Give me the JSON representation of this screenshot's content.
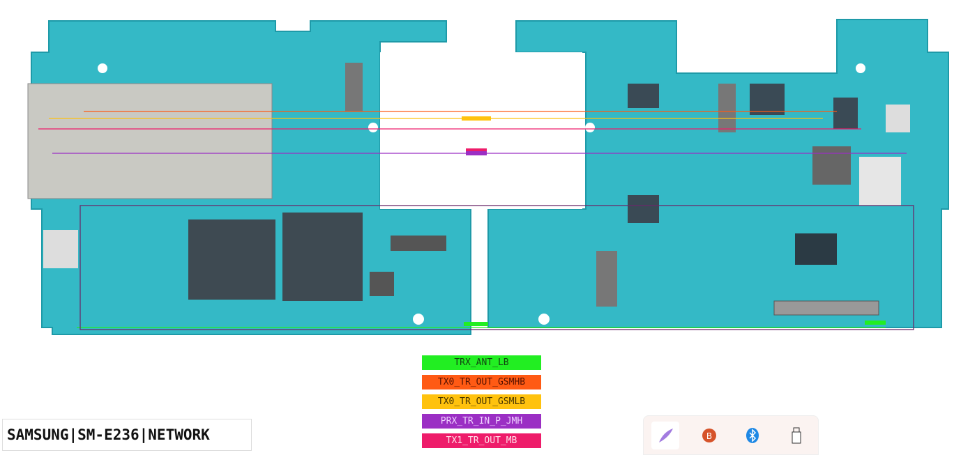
{
  "title": "SAMSUNG|SM-E236|NETWORK",
  "legend": [
    {
      "label": "TRX_ANT_LB",
      "color": "#22ee22",
      "text": "#114411"
    },
    {
      "label": "TX0_TR_OUT_GSMHB",
      "color": "#ff5a14",
      "text": "#551100"
    },
    {
      "label": "TX0_TR_OUT_GSMLB",
      "color": "#ffc20e",
      "text": "#443300"
    },
    {
      "label": "PRX_TR_IN_P_JMH",
      "color": "#9b2fc4",
      "text": "#f0d0ff"
    },
    {
      "label": "TX1_TR_OUT_MB",
      "color": "#ee1c6a",
      "text": "#ffe0ea"
    }
  ],
  "board_color": "#2fb8c4",
  "tray_icons": [
    "pen-icon",
    "app-icon",
    "bluetooth-icon",
    "usb-drive-icon"
  ]
}
